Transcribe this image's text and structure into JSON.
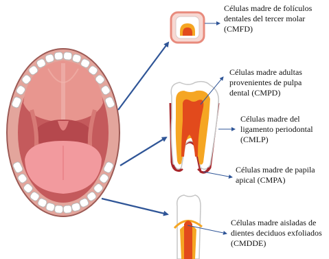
{
  "labels": [
    {
      "id": "cmfd",
      "lines": [
        "Células madre de folículos",
        "dentales del tercer molar",
        "(CMFD)"
      ]
    },
    {
      "id": "cmpd",
      "lines": [
        "Células madre adultas",
        "provenientes de pulpa",
        "dental (CMPD)"
      ]
    },
    {
      "id": "cmlp",
      "lines": [
        "Células madre del",
        "ligamento periodontal",
        "(CMLP)"
      ]
    },
    {
      "id": "cmpa",
      "lines": [
        "Células madre de papila",
        "apical (CMPA)"
      ]
    },
    {
      "id": "cmdde",
      "lines": [
        "Células madre aisladas de",
        "dientes deciduos exfoliados",
        "(CMDDE)"
      ]
    }
  ],
  "colors": {
    "arrow": "#2f5597",
    "gum": "#e3a59c",
    "mouth_outline": "#9c5a55",
    "palate": "#e89a93",
    "tongue": "#f29a9e",
    "throat": "#b5484d",
    "tooth": "#ffffff",
    "tooth_outline": "#b9b9b9",
    "follicle_ring": "#e88a7c",
    "pulp_red": "#e24a1c",
    "dentin_yellow": "#f5a623",
    "ligament": "#a8262b"
  }
}
